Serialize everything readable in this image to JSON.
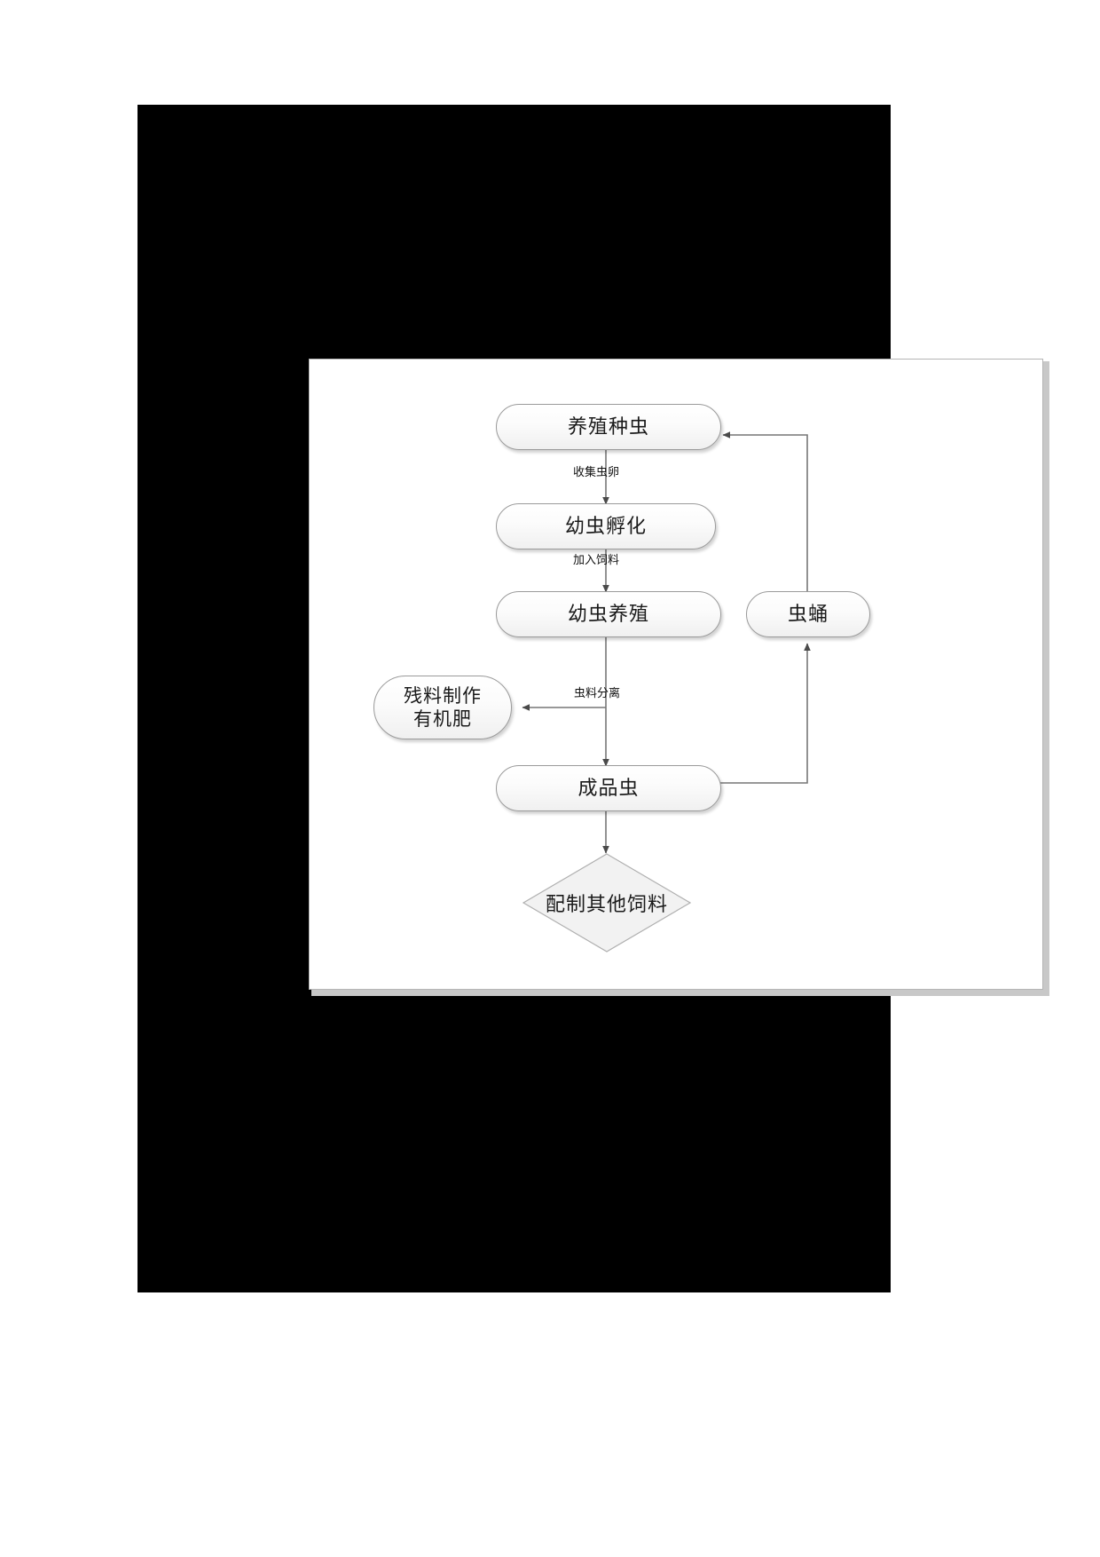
{
  "page": {
    "background_color": "#ffffff",
    "frame_color": "#000000",
    "panel_color": "#ffffff",
    "panel_border_color": "#b5b5b5",
    "shadow_color": "#c8c8c8"
  },
  "diagram": {
    "type": "flowchart",
    "title": "",
    "node_fill": "#f4f4f4",
    "node_stroke": "#9a9a9a",
    "connector_color": "#555555",
    "nodes": [
      {
        "id": "breeding-stock",
        "label": "养殖种虫",
        "shape": "stadium"
      },
      {
        "id": "larvae-hatching",
        "label": "幼虫孵化",
        "shape": "stadium"
      },
      {
        "id": "larvae-rearing",
        "label": "幼虫养殖",
        "shape": "stadium"
      },
      {
        "id": "pupae",
        "label": "虫蛹",
        "shape": "stadium"
      },
      {
        "id": "organic-fert",
        "label_line1": "残料制作",
        "label_line2": "有机肥",
        "shape": "stadium"
      },
      {
        "id": "finished-insects",
        "label": "成品虫",
        "shape": "stadium"
      },
      {
        "id": "other-feed",
        "label": "配制其他饲料",
        "shape": "diamond"
      }
    ],
    "edges": [
      {
        "id": "e1",
        "from": "breeding-stock",
        "to": "larvae-hatching",
        "label": "收集虫卵"
      },
      {
        "id": "e2",
        "from": "larvae-hatching",
        "to": "larvae-rearing",
        "label": "加入饲料"
      },
      {
        "id": "e3",
        "from": "larvae-rearing",
        "to": "organic-fert",
        "label": "虫料分离"
      },
      {
        "id": "e4",
        "from": "larvae-rearing",
        "to": "finished-insects",
        "label": ""
      },
      {
        "id": "e5",
        "from": "finished-insects",
        "to": "pupae",
        "label": ""
      },
      {
        "id": "e6",
        "from": "pupae",
        "to": "breeding-stock",
        "label": ""
      },
      {
        "id": "e7",
        "from": "finished-insects",
        "to": "other-feed",
        "label": ""
      }
    ]
  }
}
